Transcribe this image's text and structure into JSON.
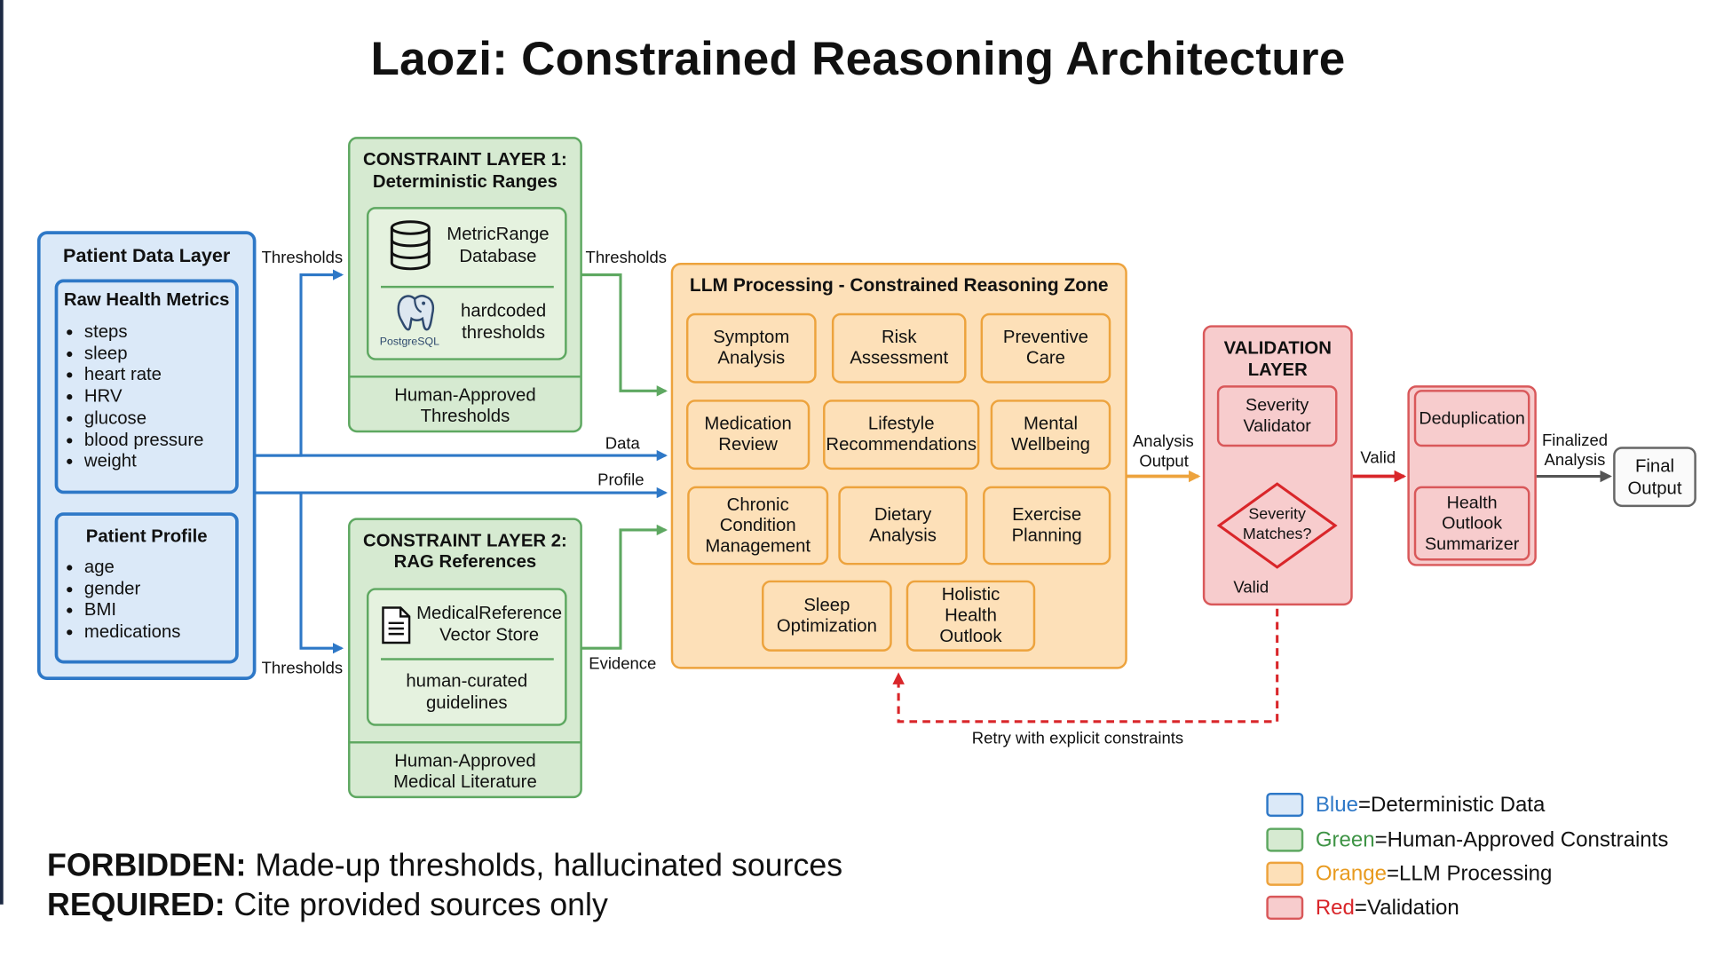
{
  "title": "Laozi: Constrained Reasoning Architecture",
  "patient_layer": {
    "title": "Patient Data Layer",
    "raw_metrics": {
      "title": "Raw Health Metrics",
      "items": [
        "steps",
        "sleep",
        "heart rate",
        "HRV",
        "glucose",
        "blood pressure",
        "weight"
      ]
    },
    "profile": {
      "title": "Patient Profile",
      "items": [
        "age",
        "gender",
        "BMI",
        "medications"
      ]
    }
  },
  "constraint1": {
    "title_line1": "CONSTRAINT LAYER 1:",
    "title_line2": "Deterministic Ranges",
    "db_line1": "MetricRange",
    "db_line2": "Database",
    "pg_line1": "hardcoded",
    "pg_line2": "thresholds",
    "pg_logo": "PostgreSQL",
    "footer_line1": "Human-Approved",
    "footer_line2": "Thresholds"
  },
  "constraint2": {
    "title_line1": "CONSTRAINT LAYER 2:",
    "title_line2": "RAG References",
    "store_line1": "MedicalReference",
    "store_line2": "Vector Store",
    "cur_line1": "human-curated",
    "cur_line2": "guidelines",
    "footer_line1": "Human-Approved",
    "footer_line2": "Medical Literature"
  },
  "llm": {
    "title": "LLM Processing - Constrained Reasoning Zone",
    "cells": [
      [
        "Symptom",
        "Analysis"
      ],
      [
        "Risk",
        "Assessment"
      ],
      [
        "Preventive",
        "Care"
      ],
      [
        "Medication",
        "Review"
      ],
      [
        "Lifestyle",
        "Recommendations"
      ],
      [
        "Mental",
        "Wellbeing"
      ],
      [
        "Chronic",
        "Condition",
        "Management"
      ],
      [
        "Dietary",
        "Analysis"
      ],
      [
        "Exercise",
        "Planning"
      ],
      [
        "Sleep",
        "Optimization"
      ],
      [
        "Holistic",
        "Health",
        "Outlook"
      ]
    ]
  },
  "validation": {
    "title_line1": "VALIDATION",
    "title_line2": "LAYER",
    "validator_line1": "Severity",
    "validator_line2": "Validator",
    "diamond_line1": "Severity",
    "diamond_line2": "Matches?"
  },
  "post": {
    "dedup": "Deduplication",
    "summ_line1": "Health",
    "summ_line2": "Outlook",
    "summ_line3": "Summarizer"
  },
  "final": {
    "line1": "Final",
    "line2": "Output"
  },
  "labels": {
    "thresholds_a": "Thresholds",
    "thresholds_b": "Thresholds",
    "thresholds_c": "Thresholds",
    "data": "Data",
    "profile": "Profile",
    "evidence": "Evidence",
    "analysis_line1": "Analysis",
    "analysis_line2": "Output",
    "valid_a": "Valid",
    "valid_b": "Valid",
    "finalized_line1": "Finalized",
    "finalized_line2": "Analysis",
    "retry": "Retry with explicit constraints"
  },
  "legend": [
    {
      "key": "Blue",
      "rest": "=Deterministic Data",
      "color": "#2e78c7",
      "fill": "#dbe9f8"
    },
    {
      "key": "Green",
      "rest": "=Human-Approved Constraints",
      "color": "#5ea861",
      "fill": "#d6ead1"
    },
    {
      "key": "Orange",
      "rest": "=LLM Processing",
      "color": "#eda33d",
      "fill": "#fde0b8"
    },
    {
      "key": "Red",
      "rest": "=Validation",
      "color": "#d9585a",
      "fill": "#f7cccd"
    }
  ],
  "bottom": {
    "forbidden_key": "FORBIDDEN:",
    "forbidden_text": " Made-up thresholds, hallucinated sources",
    "required_key": "REQUIRED:",
    "required_text": " Cite provided sources only"
  }
}
